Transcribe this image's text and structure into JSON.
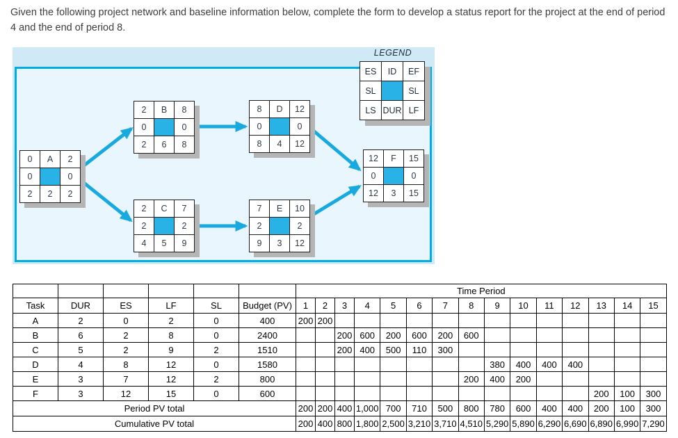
{
  "title": "Given the following project network and baseline information below, complete the form to develop a status report for the project at the end of period 4 and the end of period 8.",
  "colors": {
    "panel_bg": "#cfe9f6",
    "inner_bg": "#eaf6fd",
    "accent_cyan": "#29b2e5",
    "border_cyan": "#00ade2",
    "arrow": "#18aadf",
    "shadow_gray": "#b5b5b5"
  },
  "legend": {
    "title": "LEGEND",
    "cells": [
      [
        "ES",
        "ID",
        "EF"
      ],
      [
        "SL",
        "",
        "SL"
      ],
      [
        "LS",
        "DUR",
        "LF"
      ]
    ]
  },
  "network": {
    "nodes": [
      {
        "id": "A",
        "cells": [
          [
            "0",
            "A",
            "2"
          ],
          [
            "0",
            "",
            "0"
          ],
          [
            "2",
            "2",
            "2"
          ]
        ]
      },
      {
        "id": "B",
        "cells": [
          [
            "2",
            "B",
            "8"
          ],
          [
            "0",
            "",
            "0"
          ],
          [
            "2",
            "6",
            "8"
          ]
        ]
      },
      {
        "id": "C",
        "cells": [
          [
            "2",
            "C",
            "7"
          ],
          [
            "2",
            "",
            "2"
          ],
          [
            "4",
            "5",
            "9"
          ]
        ]
      },
      {
        "id": "D",
        "cells": [
          [
            "8",
            "D",
            "12"
          ],
          [
            "0",
            "",
            "0"
          ],
          [
            "8",
            "4",
            "12"
          ]
        ]
      },
      {
        "id": "E",
        "cells": [
          [
            "7",
            "E",
            "10"
          ],
          [
            "2",
            "",
            "2"
          ],
          [
            "9",
            "3",
            "12"
          ]
        ]
      },
      {
        "id": "F",
        "cells": [
          [
            "12",
            "F",
            "15"
          ],
          [
            "0",
            "",
            "0"
          ],
          [
            "12",
            "3",
            "15"
          ]
        ]
      }
    ],
    "edges": [
      {
        "from": "A",
        "to": "B"
      },
      {
        "from": "A",
        "to": "C"
      },
      {
        "from": "B",
        "to": "D"
      },
      {
        "from": "C",
        "to": "E"
      },
      {
        "from": "D",
        "to": "F"
      },
      {
        "from": "E",
        "to": "F"
      }
    ]
  },
  "table": {
    "time_period_label": "Time Period",
    "headers": [
      "Task",
      "DUR",
      "ES",
      "LF",
      "SL",
      "Budget (PV)"
    ],
    "period_headers": [
      "1",
      "2",
      "3",
      "4",
      "5",
      "6",
      "7",
      "8",
      "9",
      "10",
      "11",
      "12",
      "13",
      "14",
      "15"
    ],
    "rows": [
      {
        "task": "A",
        "dur": "2",
        "es": "0",
        "lf": "2",
        "sl": "0",
        "budget": "400",
        "periods": [
          "200",
          "200",
          "",
          "",
          "",
          "",
          "",
          "",
          "",
          "",
          "",
          "",
          "",
          "",
          ""
        ]
      },
      {
        "task": "B",
        "dur": "6",
        "es": "2",
        "lf": "8",
        "sl": "0",
        "budget": "2400",
        "periods": [
          "",
          "",
          "200",
          "600",
          "200",
          "600",
          "200",
          "600",
          "",
          "",
          "",
          "",
          "",
          "",
          ""
        ]
      },
      {
        "task": "C",
        "dur": "5",
        "es": "2",
        "lf": "9",
        "sl": "2",
        "budget": "1510",
        "periods": [
          "",
          "",
          "200",
          "400",
          "500",
          "110",
          "300",
          "",
          "",
          "",
          "",
          "",
          "",
          "",
          ""
        ]
      },
      {
        "task": "D",
        "dur": "4",
        "es": "8",
        "lf": "12",
        "sl": "0",
        "budget": "1580",
        "periods": [
          "",
          "",
          "",
          "",
          "",
          "",
          "",
          "",
          "380",
          "400",
          "400",
          "400",
          "",
          "",
          ""
        ]
      },
      {
        "task": "E",
        "dur": "3",
        "es": "7",
        "lf": "12",
        "sl": "2",
        "budget": "800",
        "periods": [
          "",
          "",
          "",
          "",
          "",
          "",
          "",
          "200",
          "400",
          "200",
          "",
          "",
          "",
          "",
          ""
        ]
      },
      {
        "task": "F",
        "dur": "3",
        "es": "12",
        "lf": "15",
        "sl": "0",
        "budget": "600",
        "periods": [
          "",
          "",
          "",
          "",
          "",
          "",
          "",
          "",
          "",
          "",
          "",
          "",
          "200",
          "100",
          "300"
        ]
      }
    ],
    "period_total_label": "Period PV total",
    "period_totals": [
      "200",
      "200",
      "400",
      "1,000",
      "700",
      "710",
      "500",
      "800",
      "780",
      "600",
      "400",
      "400",
      "200",
      "100",
      "300"
    ],
    "cumulative_total_label": "Cumulative PV total",
    "cumulative_totals": [
      "200",
      "400",
      "800",
      "1,800",
      "2,500",
      "3,210",
      "3,710",
      "4,510",
      "5,290",
      "5,890",
      "6,290",
      "6,690",
      "6,890",
      "6,990",
      "7,290"
    ]
  }
}
